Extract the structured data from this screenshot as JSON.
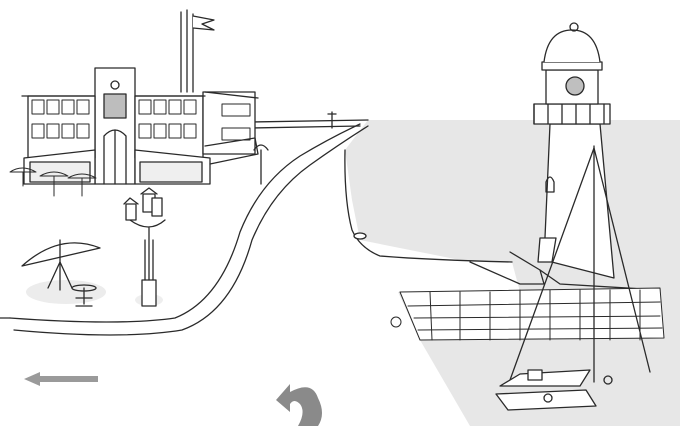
{
  "scene": {
    "name": "harbor",
    "colors": {
      "ink": "#2a2a2a",
      "water": "#e7e7e7",
      "ground": "#ffffff",
      "shadow": "#ececec",
      "nav": "#9a9a9a",
      "lamp_glass": "#bfbfbf"
    }
  },
  "navigation": {
    "back": {
      "icon": "left-arrow-icon",
      "direction": "left"
    },
    "turn": {
      "icon": "u-turn-arrow-icon",
      "direction": "back"
    }
  },
  "hotspots": [
    {
      "id": "hotel-building"
    },
    {
      "id": "road-to-pier"
    },
    {
      "id": "lighthouse"
    },
    {
      "id": "sailboat"
    },
    {
      "id": "street-lamp"
    },
    {
      "id": "patio-umbrella"
    }
  ]
}
